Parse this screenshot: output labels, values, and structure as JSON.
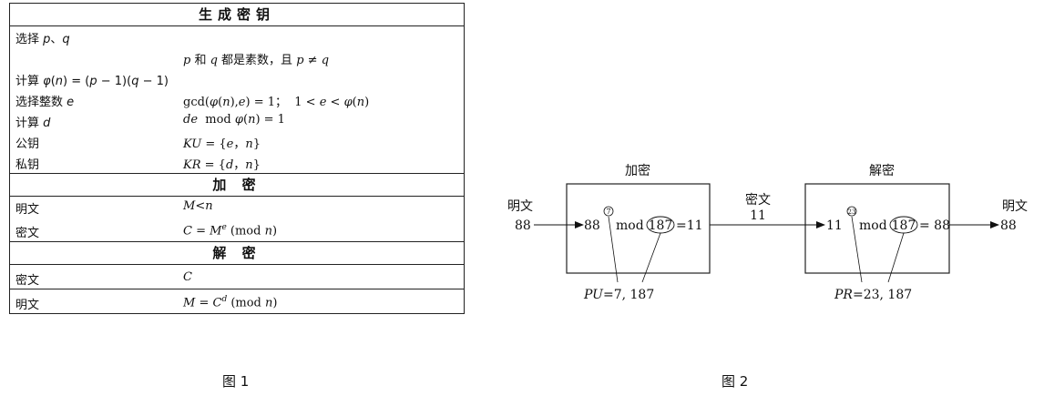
{
  "fig1": {
    "header_gen": "生成密钥",
    "gen": [
      {
        "label": "选择 p、q",
        "value": ""
      },
      {
        "label": "",
        "value": "p 和 q 都是素数，且 p ≠ q"
      },
      {
        "label": "计算 φ(n) = (p − 1)(q − 1)",
        "value": ""
      },
      {
        "label": "选择整数 e",
        "value": "gcd(φ(n),e) = 1；  1 < e < φ(n)"
      },
      {
        "label": "计算 d",
        "value": "de  mod φ(n) = 1"
      },
      {
        "label": "公钥",
        "value": "KU = {e，n}"
      },
      {
        "label": "私钥",
        "value": "KR = {d，n}"
      }
    ],
    "header_enc": "加  密",
    "enc": [
      {
        "label": "明文",
        "value": "M<n"
      },
      {
        "label": "密文",
        "value": "C = M^e (mod n)"
      }
    ],
    "header_dec": "解  密",
    "dec": [
      {
        "label": "密文",
        "value": "C"
      },
      {
        "label": "明文",
        "value": "M = C^d (mod n)"
      }
    ],
    "caption": "图 1"
  },
  "fig2": {
    "enc_title": "加密",
    "dec_title": "解密",
    "plain_in_label": "明文",
    "plain_in_value": "88",
    "cipher_label": "密文",
    "cipher_value": "11",
    "plain_out_label": "明文",
    "plain_out_value": "88",
    "enc_base": "88",
    "enc_exp": "7",
    "enc_mod": "mod",
    "enc_modulus": "187",
    "enc_result": "=11",
    "dec_base": "11",
    "dec_exp": "23",
    "dec_mod": "mod",
    "dec_modulus": "187",
    "dec_result": "= 88",
    "pu_label": "PU=7, 187",
    "pr_label": "PR=23, 187",
    "caption": "图 2"
  }
}
